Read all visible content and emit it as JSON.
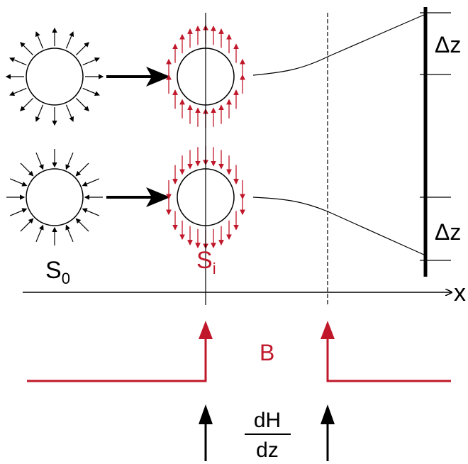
{
  "labels": {
    "s0": "S",
    "s0_sub": "0",
    "si": "S",
    "si_sub": "i",
    "x_axis": "x",
    "delta_z_top": "Δz",
    "delta_z_bottom": "Δz",
    "field_b": "B",
    "gradient_num": "dH",
    "gradient_den": "dz"
  },
  "colors": {
    "black": "#000000",
    "red": "#c0182a"
  }
}
